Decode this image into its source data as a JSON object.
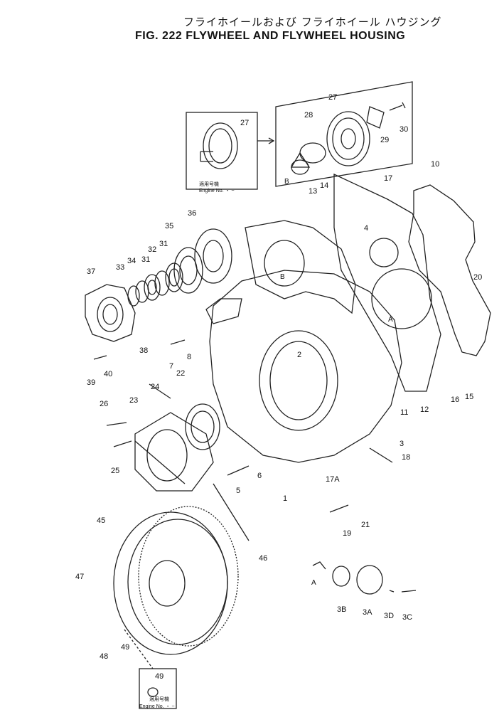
{
  "title_jp": "フライホイールおよび フライホイール ハウジング",
  "title_en": "FIG. 222  FLYWHEEL AND FLYWHEEL HOUSING",
  "inset_top": {
    "note_jp": "適用号機",
    "note_en": "Engine No.  ・ ~"
  },
  "inset_bottom": {
    "label": "49",
    "note_jp": "適用号機",
    "note_en": "Engine No.  ・ ~"
  },
  "view_markers": {
    "a": "A",
    "b": "B"
  },
  "part_numbers": [
    "27",
    "28",
    "27",
    "29",
    "30",
    "10",
    "17",
    "14",
    "13",
    "4",
    "36",
    "35",
    "31",
    "32",
    "31",
    "34",
    "33",
    "37",
    "38",
    "8",
    "7",
    "40",
    "39",
    "2",
    "20",
    "16",
    "15",
    "11",
    "12",
    "22",
    "24",
    "23",
    "26",
    "25",
    "3",
    "18",
    "17A",
    "6",
    "5",
    "1",
    "21",
    "19",
    "45",
    "46",
    "47",
    "48",
    "49",
    "3B",
    "3A",
    "3D",
    "3C"
  ]
}
